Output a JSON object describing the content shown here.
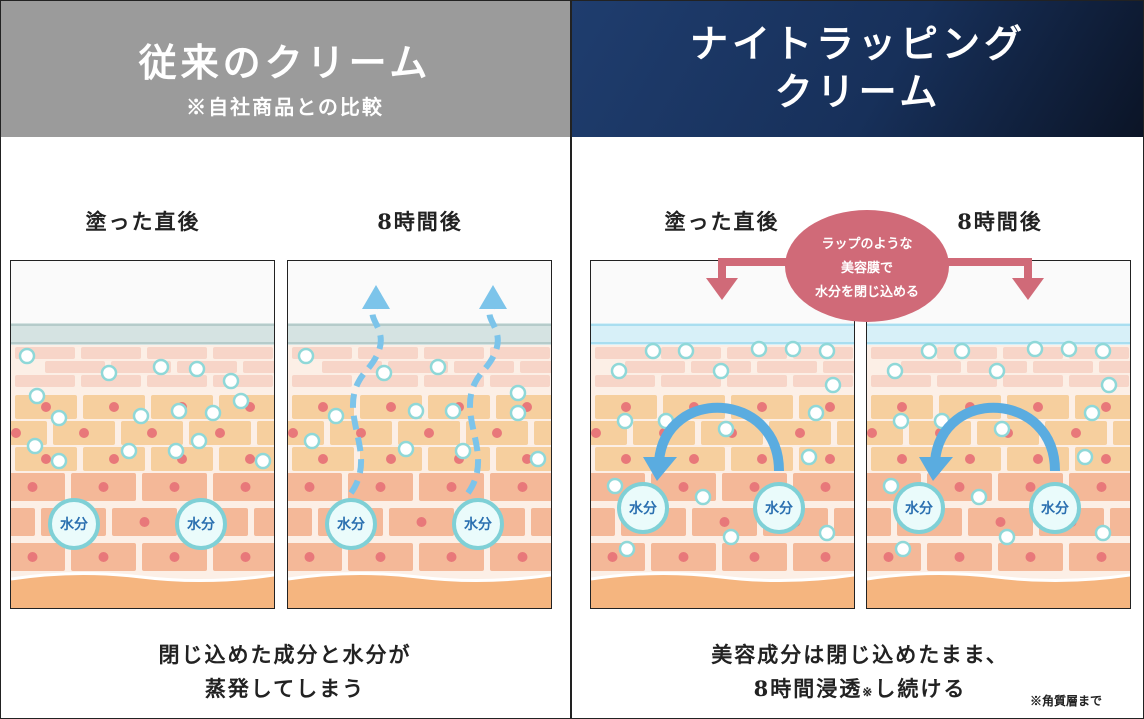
{
  "left": {
    "title": "従来のクリーム",
    "subtitle": "※自社商品との比較",
    "label_before": "塗った直後",
    "label_after": "8時間後",
    "caption_line1": "閉じ込めた成分と水分が",
    "caption_line2": "蒸発してしまう"
  },
  "right": {
    "title_line1": "ナイトラッピング",
    "title_line2": "クリーム",
    "label_before": "塗った直後",
    "label_after": "8時間後",
    "callout_line1": "ラップのような",
    "callout_line2": "美容膜で",
    "callout_line3": "水分を閉じ込める",
    "caption_line1": "美容成分は閉じ込めたまま、",
    "caption_line2a": "8時間浸透",
    "caption_mark": "※",
    "caption_line2b": "し続ける",
    "note": "※角質層まで"
  },
  "bubble_label": "水分",
  "colors": {
    "left_header": "#9b9b9b",
    "right_header": "#1f3d6e",
    "callout": "#d06a78",
    "water_arrow": "#5aace0"
  }
}
